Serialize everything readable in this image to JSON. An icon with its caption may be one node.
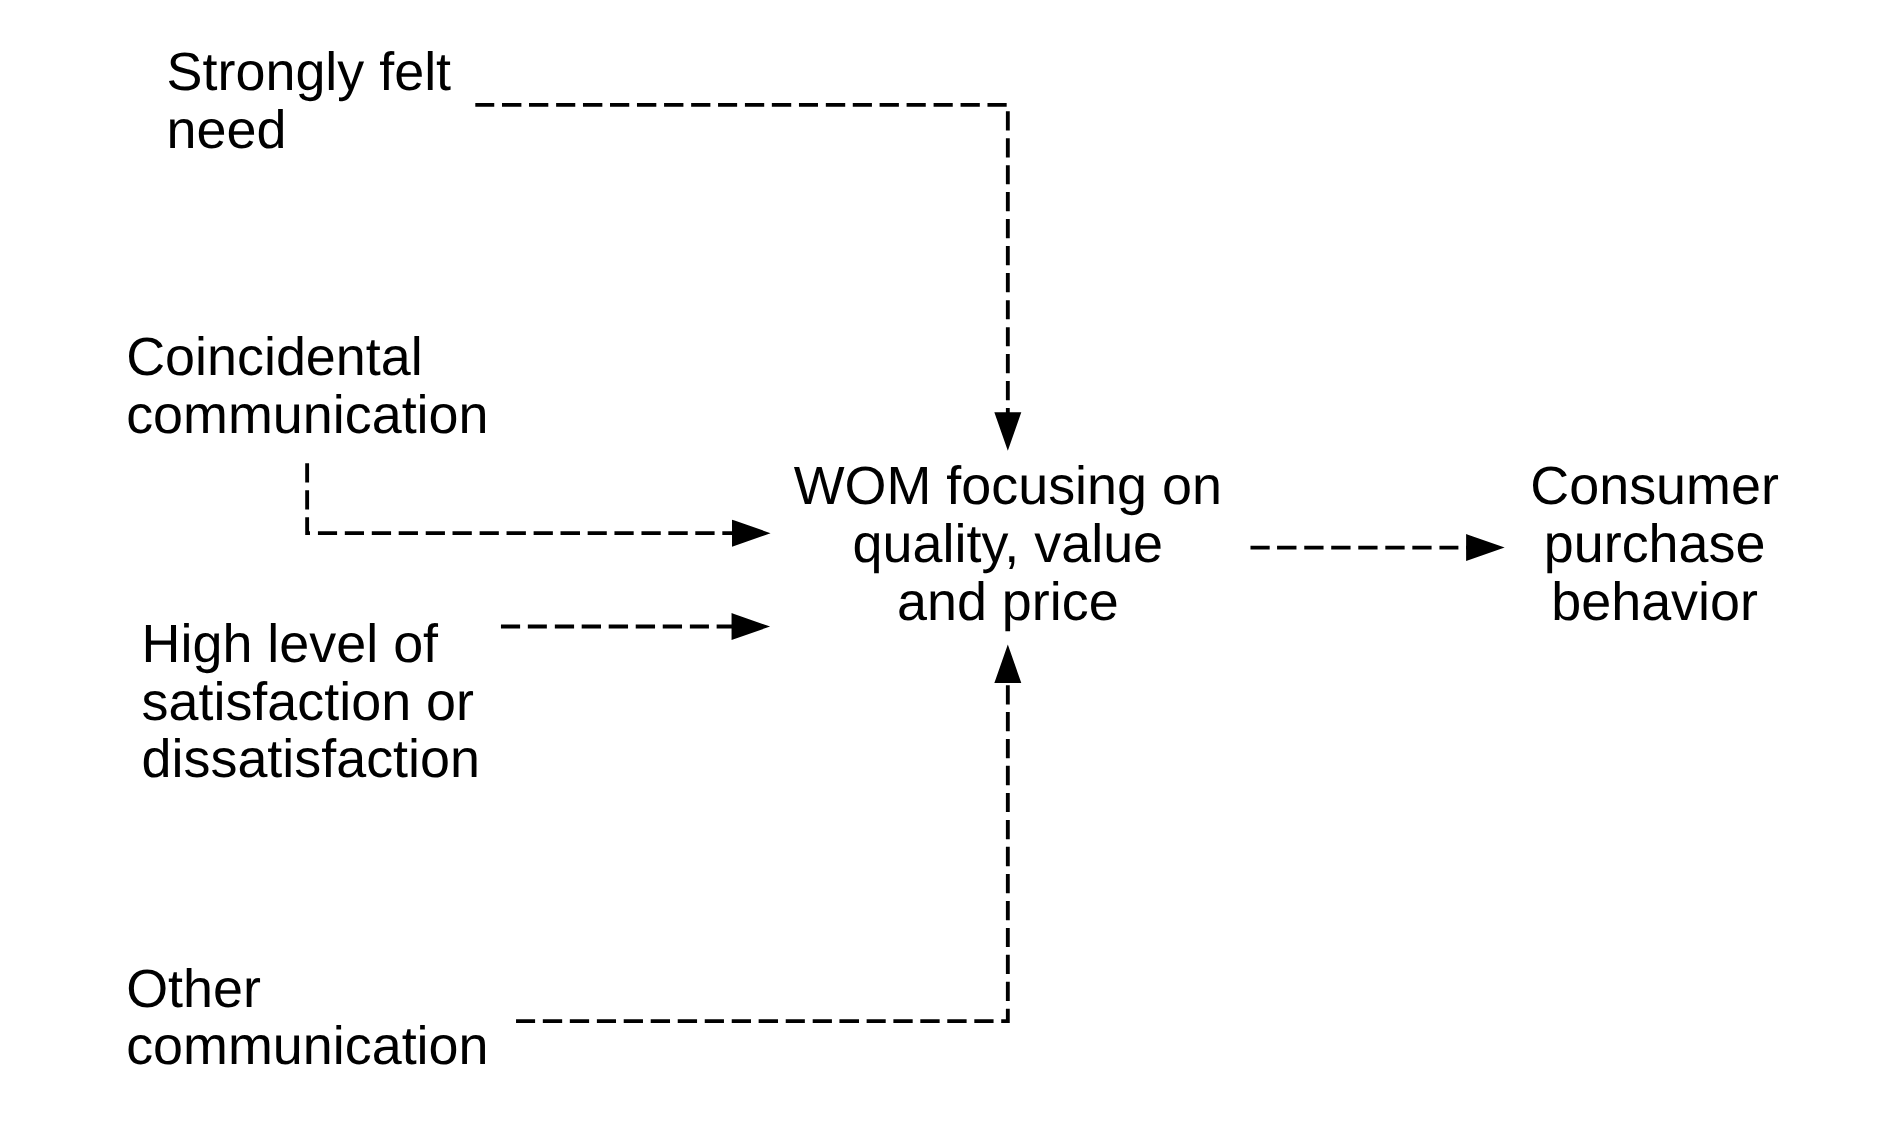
{
  "diagram": {
    "nodes": [
      {
        "text": [
          "Strongly felt need"
        ]
      },
      {
        "text": [
          "Coincidental communication"
        ]
      },
      {
        "text": [
          "High level of satisfaction or dissatisfaction"
        ]
      },
      {
        "text": [
          "Other communication"
        ]
      },
      {
        "text": [
          "WOM focusing on quality, value and price"
        ]
      },
      {
        "text": [
          "Consumer purchase behavior"
        ]
      }
    ],
    "edges": [
      {
        "from": 0,
        "to": 4,
        "arrow": "to",
        "style": "dashed"
      },
      {
        "from": 1,
        "to": 4,
        "arrow": "to",
        "style": "dashed"
      },
      {
        "from": 2,
        "to": 4,
        "arrow": "to",
        "style": "dashed"
      },
      {
        "from": 3,
        "to": 4,
        "arrow": "to",
        "style": "dashed"
      },
      {
        "from": 4,
        "to": 5,
        "arrow": "to",
        "style": "dashed"
      }
    ]
  }
}
